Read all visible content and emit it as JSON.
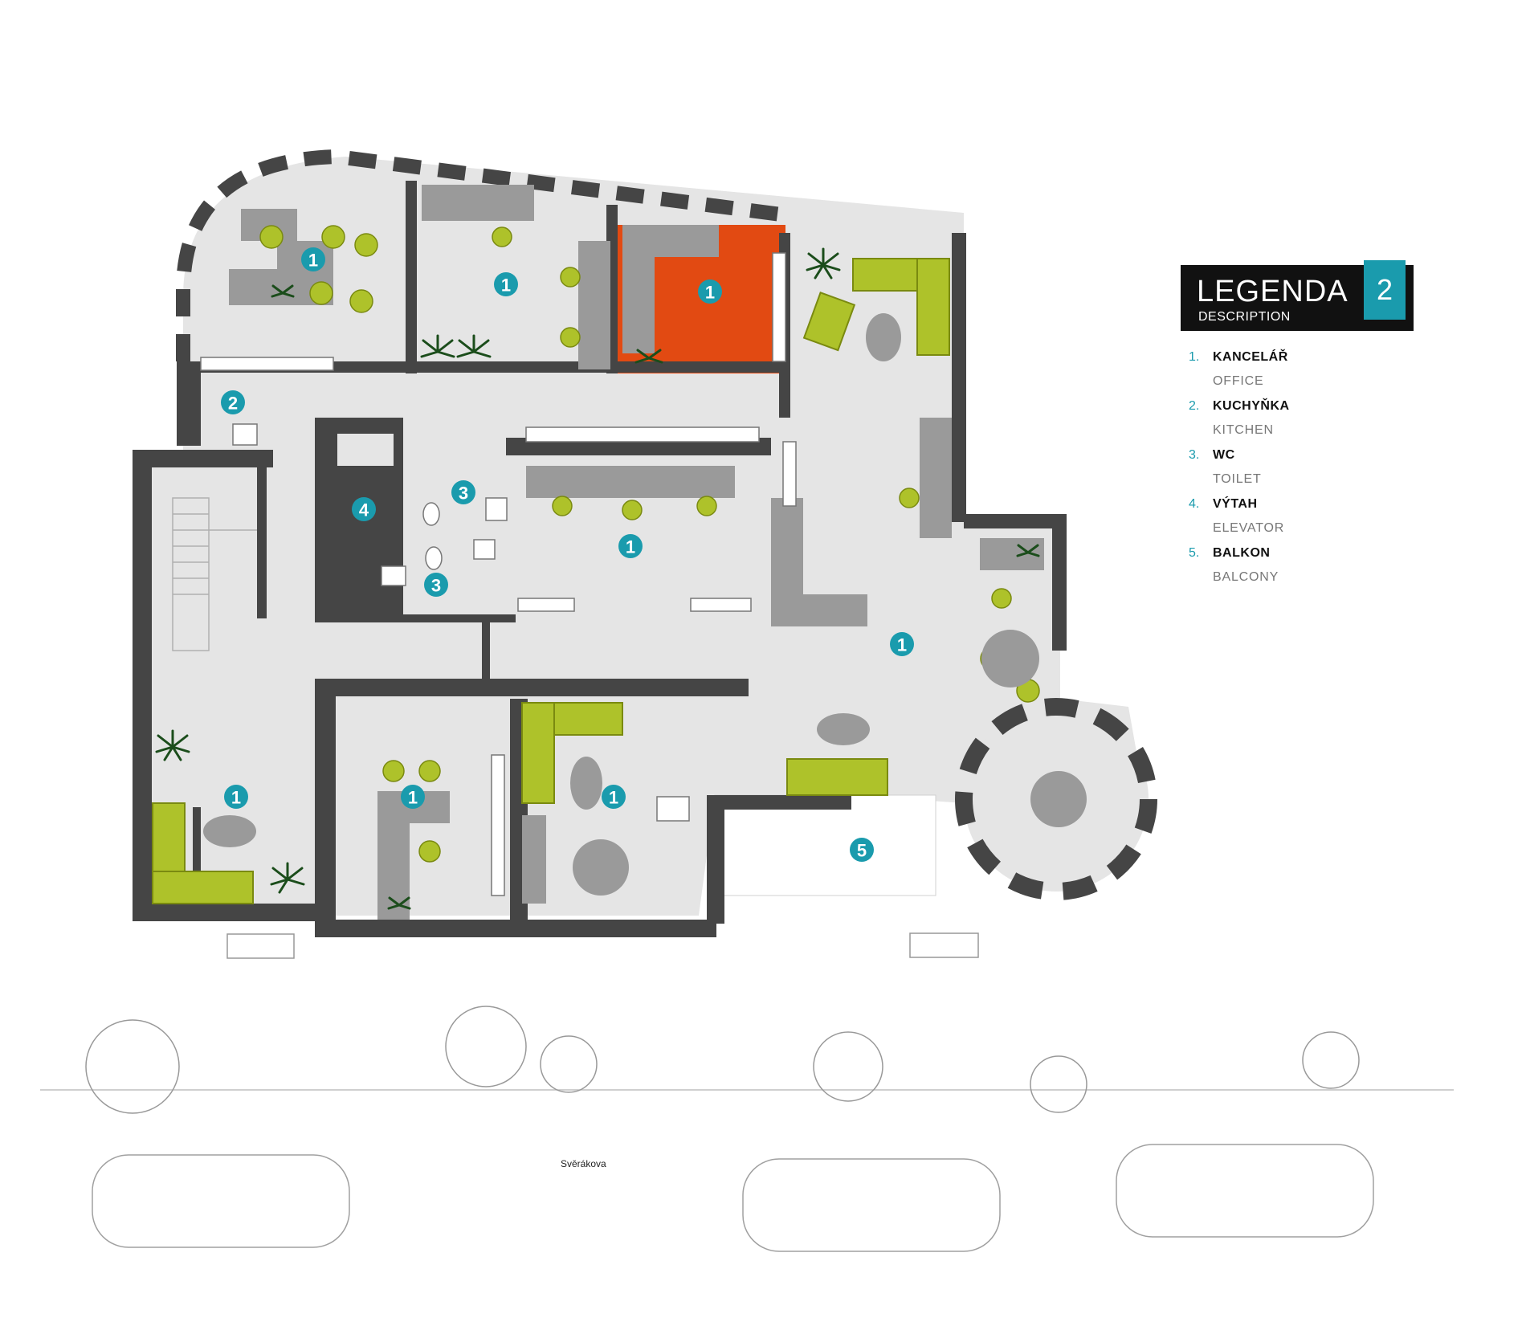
{
  "legend": {
    "title": "LEGENDA",
    "subtitle": "DESCRIPTION",
    "badge": "2",
    "items": [
      {
        "num": "1.",
        "name": "KANCELÁŘ",
        "en": "OFFICE"
      },
      {
        "num": "2.",
        "name": "KUCHYŇKA",
        "en": "KITCHEN"
      },
      {
        "num": "3.",
        "name": "WC",
        "en": "TOILET"
      },
      {
        "num": "4.",
        "name": "VÝTAH",
        "en": "ELEVATOR"
      },
      {
        "num": "5.",
        "name": "BALKON",
        "en": "BALCONY"
      }
    ]
  },
  "street": "Svěrákova",
  "markers": {
    "office": "1",
    "kitchen": "2",
    "wc": "3",
    "elevator": "4",
    "balcony": "5"
  },
  "colors": {
    "wall": "#454545",
    "floor": "#e5e5e5",
    "accent_teal": "#1a9bad",
    "highlight_office": "#e24a12",
    "elevator_green": "#55a83a",
    "furniture_lime": "#aec22a",
    "furniture_grey": "#9a9a9a"
  }
}
